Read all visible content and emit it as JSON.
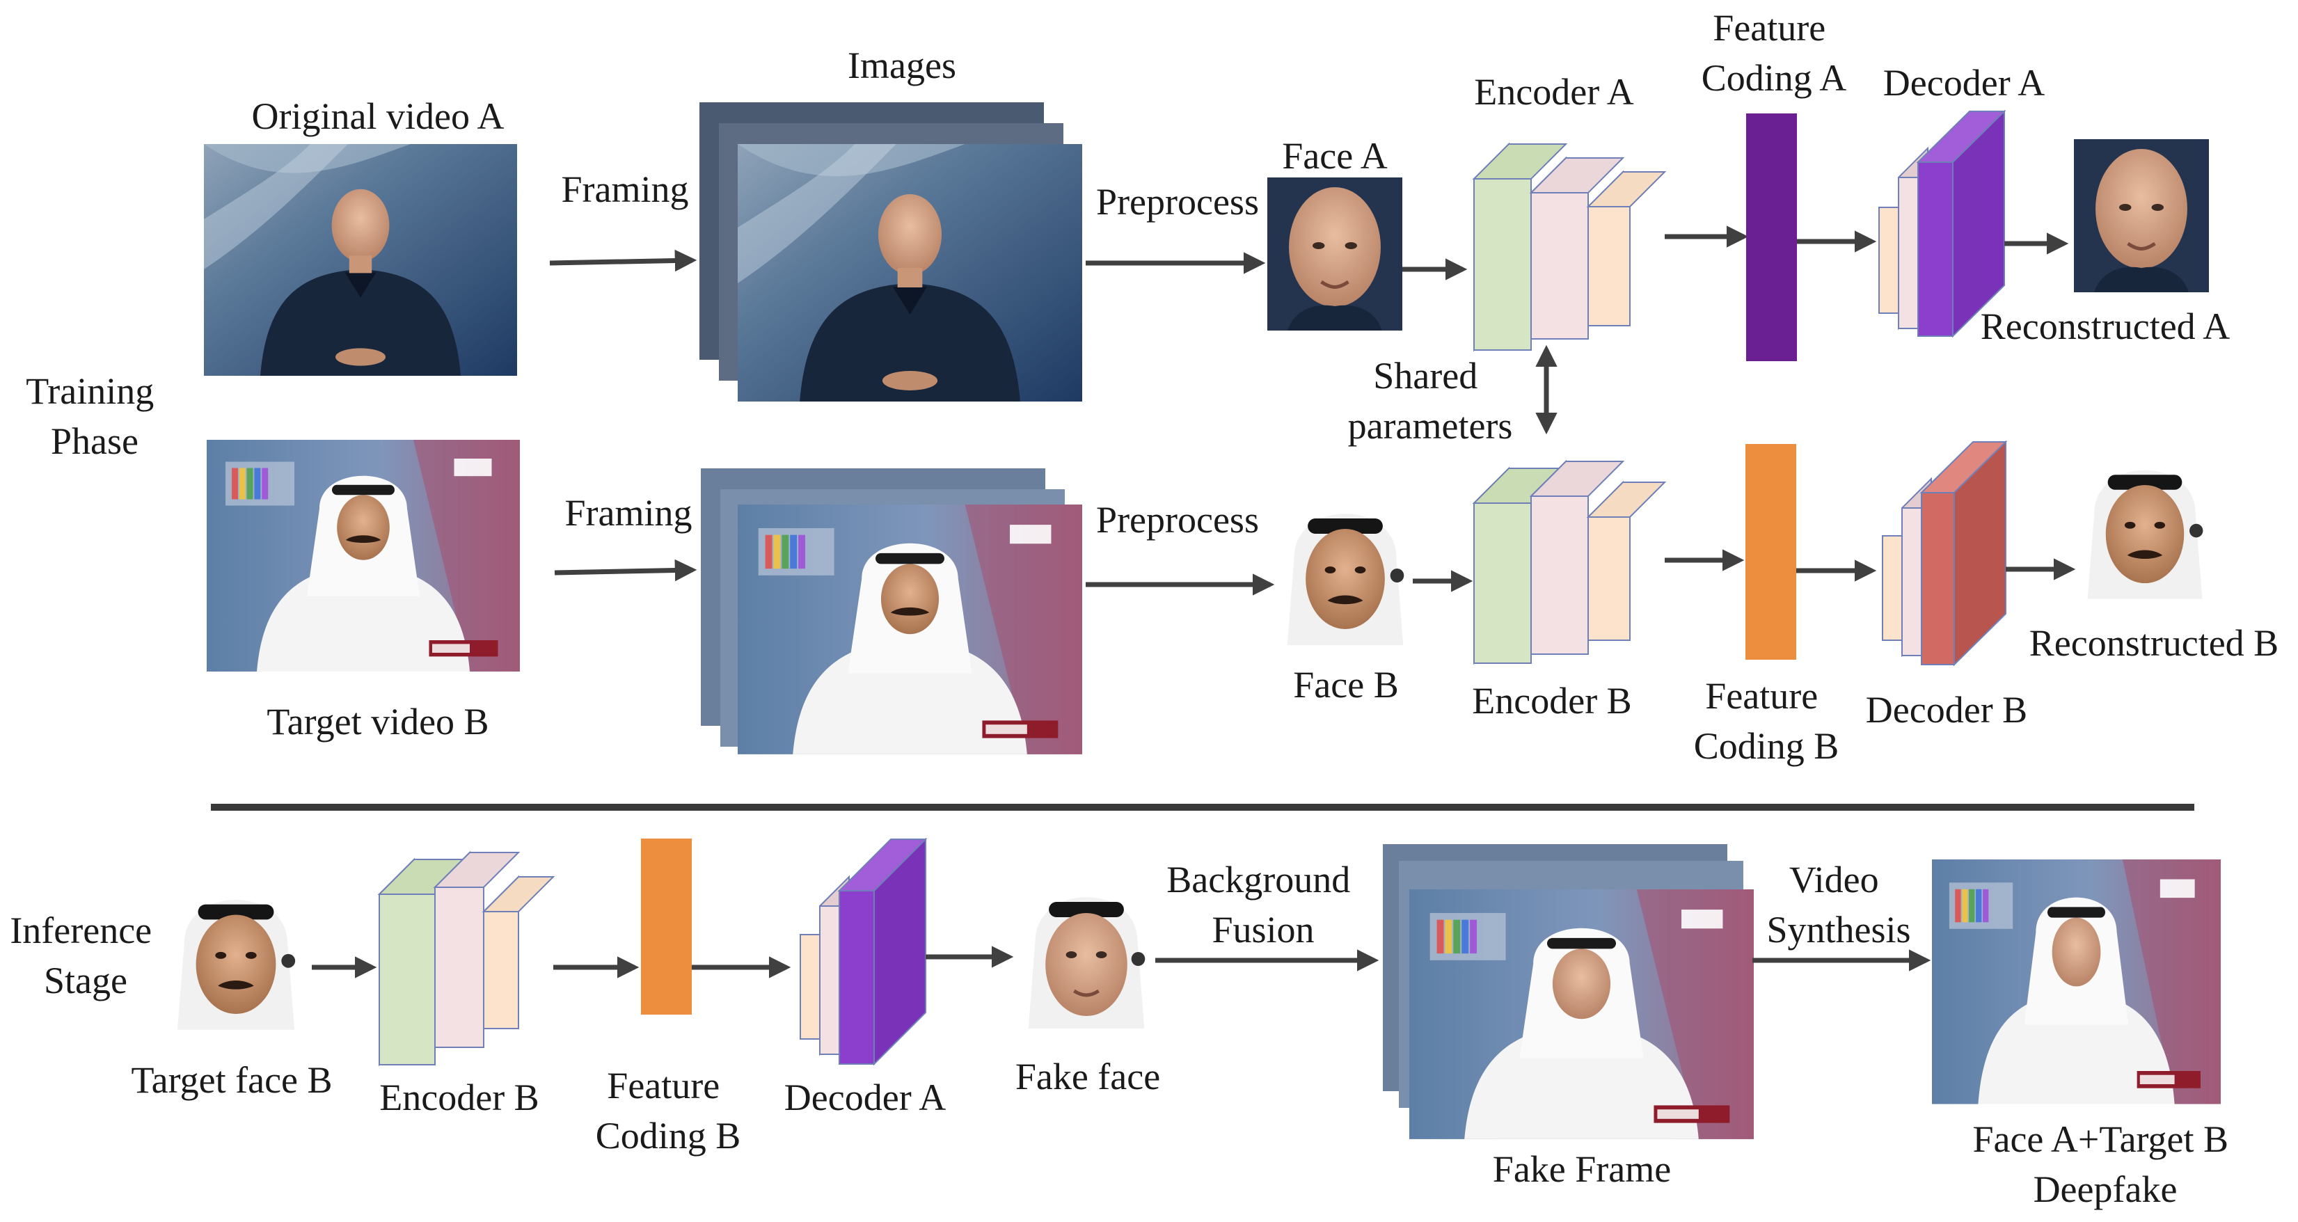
{
  "training": {
    "phase_label": [
      "Training",
      "Phase"
    ],
    "row_a": {
      "source_label": "Original video A",
      "images_label": "Images",
      "framing_label": "Framing",
      "preprocess_label": "Preprocess",
      "face_label": "Face A",
      "encoder_label": "Encoder A",
      "coding_label": [
        "Feature",
        "Coding A"
      ],
      "decoder_label": "Decoder A",
      "reconstructed_label": "Reconstructed A"
    },
    "shared_label": [
      "Shared",
      "parameters"
    ],
    "row_b": {
      "source_label": "Target video B",
      "framing_label": "Framing",
      "preprocess_label": "Preprocess",
      "face_label": "Face B",
      "encoder_label": "Encoder B",
      "coding_label": [
        "Feature",
        "Coding B"
      ],
      "decoder_label": "Decoder B",
      "reconstructed_label": "Reconstructed B"
    }
  },
  "inference": {
    "stage_label": [
      "Inference",
      "Stage"
    ],
    "target_face_label": "Target face B",
    "encoder_label": "Encoder B",
    "coding_label": [
      "Feature",
      "Coding B"
    ],
    "decoder_label": "Decoder A",
    "fake_face_label": "Fake face",
    "fusion_label": [
      "Background",
      "Fusion"
    ],
    "fake_frame_label": "Fake Frame",
    "synthesis_label": [
      "Video",
      "Synthesis"
    ],
    "result_label": [
      "Face A+Target B",
      "Deepfake"
    ]
  },
  "colors": {
    "encoder_front": "#d6e6c4",
    "encoder_mid": "#f3e1e3",
    "encoder_back": "#fde3cc",
    "coding_a": "#6a1f93",
    "coding_b": "#ec8e3d",
    "decoder_a": "#8b3fcc",
    "decoder_b": "#d16a63",
    "divider": "#3a3a3a"
  }
}
